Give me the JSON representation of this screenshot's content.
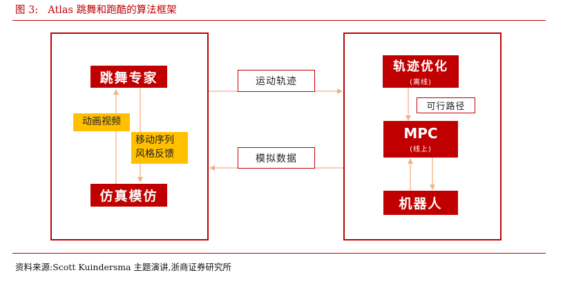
{
  "figure": {
    "number": "图 3:",
    "title": "Atlas 跳舞和跑酷的算法框架"
  },
  "left_panel": {
    "top_box": "跳舞专家",
    "bottom_box": "仿真模仿",
    "left_tag": "动画视频",
    "right_tag_line1": "移动序列",
    "right_tag_line2": "风格反馈"
  },
  "connectors": {
    "top_label": "运动轨迹",
    "bottom_label": "模拟数据"
  },
  "right_panel": {
    "top_box": "轨迹优化",
    "top_box_sub": "(离线)",
    "path_label": "可行路径",
    "mid_box": "MPC",
    "mid_box_sub": "(线上)",
    "bottom_box": "机器人"
  },
  "source": "资料来源:Scott Kuindersma 主题演讲,浙商证券研究所",
  "colors": {
    "brand_red": "#c00000",
    "tag_yellow": "#ffc000",
    "arrow_orange": "#f4b183"
  }
}
